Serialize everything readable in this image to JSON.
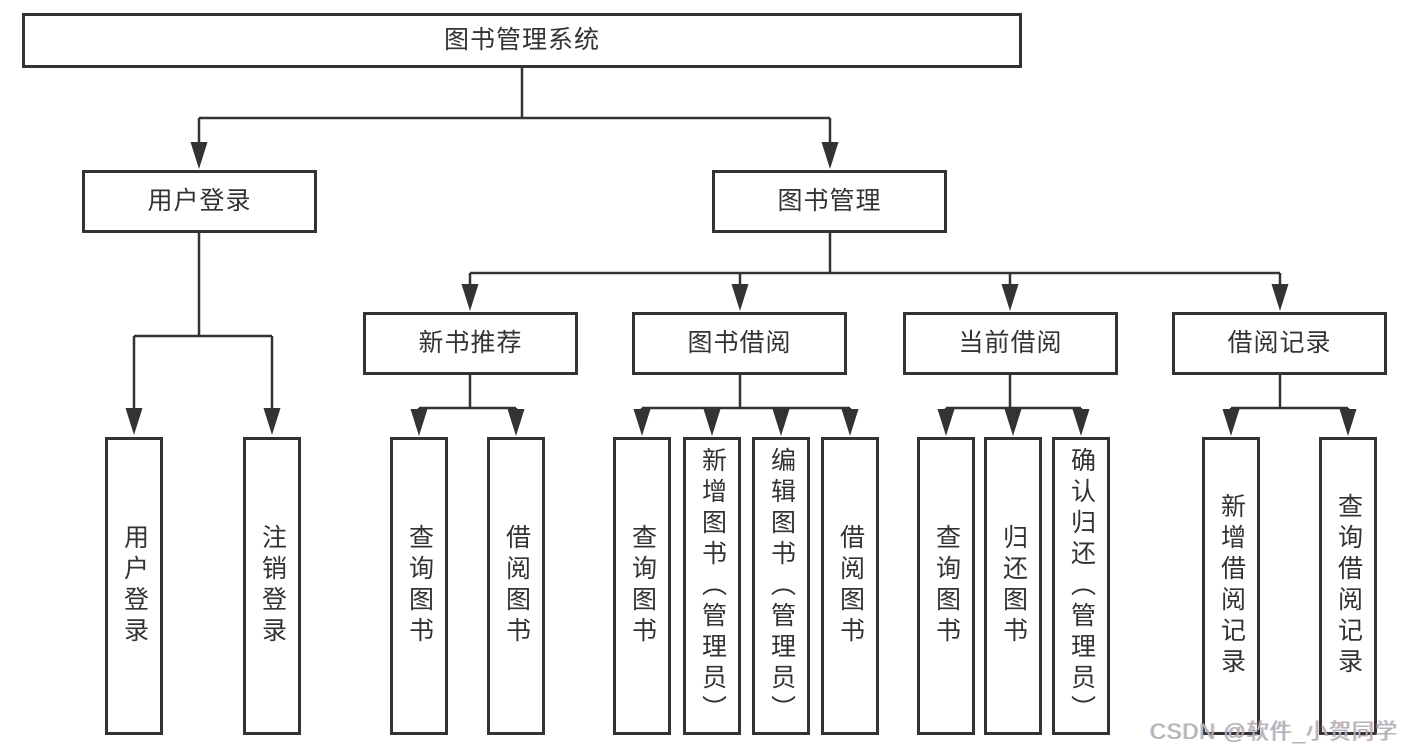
{
  "diagram": {
    "title": "图书管理系统",
    "colors": {
      "line": "#333333",
      "text": "#333333",
      "background": "#ffffff",
      "watermark": "#b3b3b3"
    },
    "root": {
      "label": "图书管理系统"
    },
    "level2": [
      {
        "label": "用户登录"
      },
      {
        "label": "图书管理"
      }
    ],
    "level3": [
      {
        "label": "新书推荐"
      },
      {
        "label": "图书借阅"
      },
      {
        "label": "当前借阅"
      },
      {
        "label": "借阅记录"
      }
    ],
    "leaves": [
      {
        "label": "用户登录"
      },
      {
        "label": "注销登录"
      },
      {
        "label": "查询图书"
      },
      {
        "label": "借阅图书"
      },
      {
        "label": "查询图书"
      },
      {
        "label": "新增图书（管理员）"
      },
      {
        "label": "编辑图书（管理员）"
      },
      {
        "label": "借阅图书"
      },
      {
        "label": "查询图书"
      },
      {
        "label": "归还图书"
      },
      {
        "label": "确认归还（管理员）"
      },
      {
        "label": "新增借阅记录"
      },
      {
        "label": "查询借阅记录"
      }
    ],
    "watermark": "CSDN @软件_小贺同学"
  }
}
